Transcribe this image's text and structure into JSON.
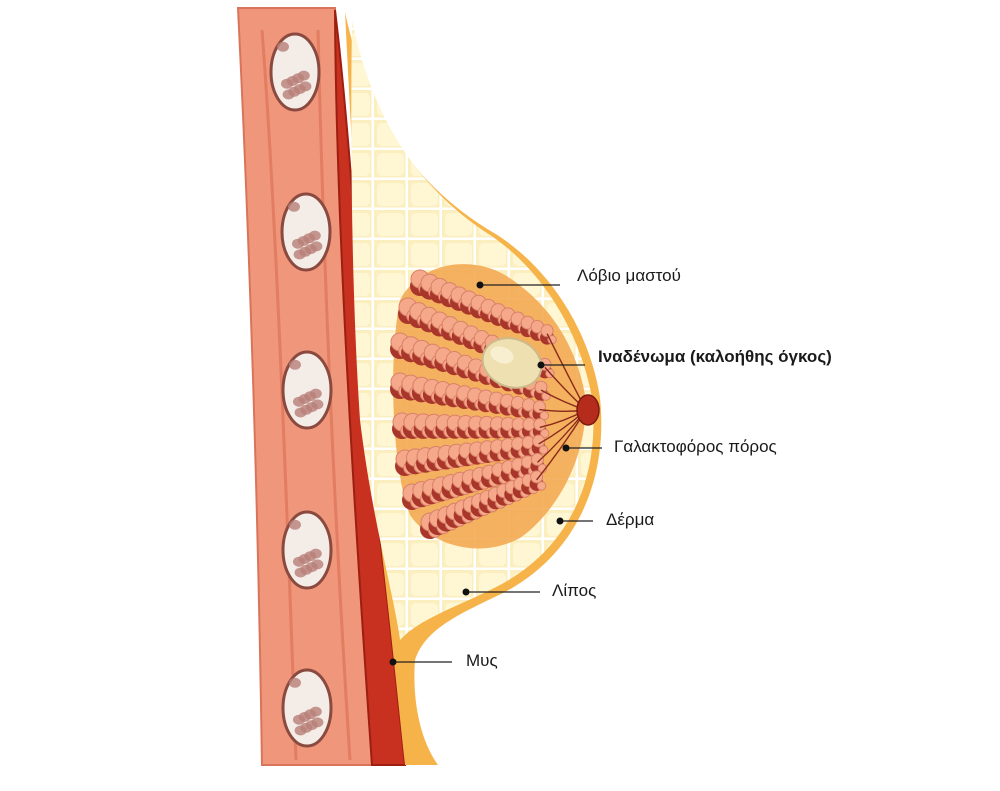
{
  "labels": {
    "lobule": "Λόβιο μαστού",
    "fibroadenoma": "Ιναδένωμα (καλοήθης όγκος)",
    "milk_duct": "Γαλακτοφόρος πόρος",
    "skin": "Δέρμα",
    "fat": "Λίπος",
    "muscle": "Μυς"
  },
  "colors": {
    "rib_band": "#f0967a",
    "rib": "#f4ece6",
    "muscle": "#c8301f",
    "muscle_dark": "#9e1f12",
    "fat": "#fbefc0",
    "fat_lines": "#ffffff",
    "skin": "#f6b34a",
    "lobule": "#f5a98a",
    "lobule_dark": "#a8362a",
    "tumor": "#efe0b2",
    "nipple": "#b52c1c"
  }
}
